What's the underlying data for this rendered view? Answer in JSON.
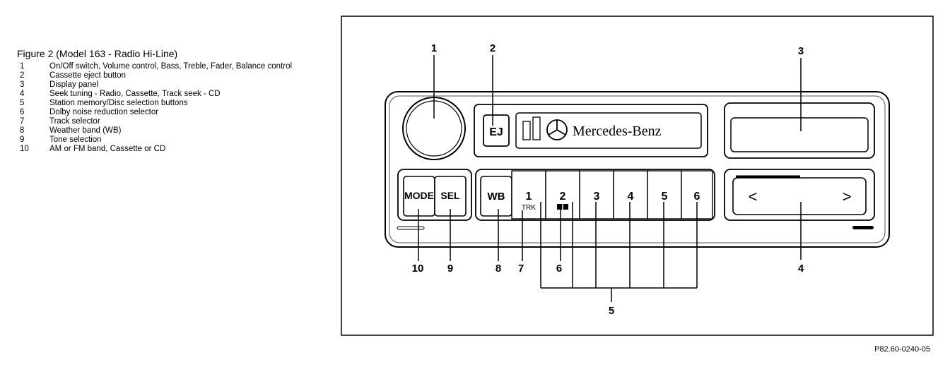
{
  "legend": {
    "title": "Figure 2 (Model 163 - Radio Hi-Line)",
    "items": [
      {
        "num": "1",
        "text": "On/Off switch, Volume control, Bass, Treble, Fader, Balance control"
      },
      {
        "num": "2",
        "text": "Cassette eject button"
      },
      {
        "num": "3",
        "text": "Display panel"
      },
      {
        "num": "4",
        "text": "Seek tuning - Radio, Cassette, Track seek - CD"
      },
      {
        "num": "5",
        "text": "Station memory/Disc selection buttons"
      },
      {
        "num": "6",
        "text": "Dolby noise reduction selector"
      },
      {
        "num": "7",
        "text": "Track selector"
      },
      {
        "num": "8",
        "text": "Weather band (WB)"
      },
      {
        "num": "9",
        "text": "Tone selection"
      },
      {
        "num": "10",
        "text": "AM or FM band, Cassette or CD"
      }
    ]
  },
  "radio": {
    "eject_label": "EJ",
    "brand": "Mercedes-Benz",
    "mode_label": "MODE",
    "sel_label": "SEL",
    "wb_label": "WB",
    "presets": [
      "1",
      "2",
      "3",
      "4",
      "5",
      "6"
    ],
    "trk_label": "TRK",
    "seek_left": "<",
    "seek_right": ">"
  },
  "callouts": {
    "c1": "1",
    "c2": "2",
    "c3": "3",
    "c4": "4",
    "c5": "5",
    "c6": "6",
    "c7": "7",
    "c8": "8",
    "c9": "9",
    "c10": "10"
  },
  "figure_code": "P82.60-0240-05"
}
